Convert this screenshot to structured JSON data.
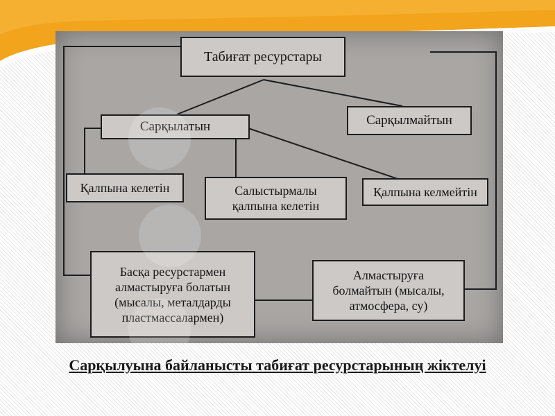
{
  "diagram": {
    "root": "Табиғат ресурстары",
    "renewable": "Сарқылатын",
    "nonrenewable": "Сарқылмайтын",
    "restorable": "Қалпына келетін",
    "relatively_restorable": "Салыстырмалы\nқалпына келетін",
    "non_restorable": "Қалпына келмейтін",
    "replaceable": "Басқа ресурстармен\nалмастыруға болатын\n(мысалы, металдарды\nпластмассалармен)",
    "irreplaceable": "Алмастыруға\nболмайтын (мысалы,\nатмосфера, су)"
  },
  "caption": "Сарқылуына байланысты табиғат ресурстарының жіктелуі",
  "colors": {
    "banner": "#f2a41c",
    "photo_bg": "#a9a6a4",
    "box_fill": "#cdc9c6",
    "ink": "#1c1c1c"
  }
}
